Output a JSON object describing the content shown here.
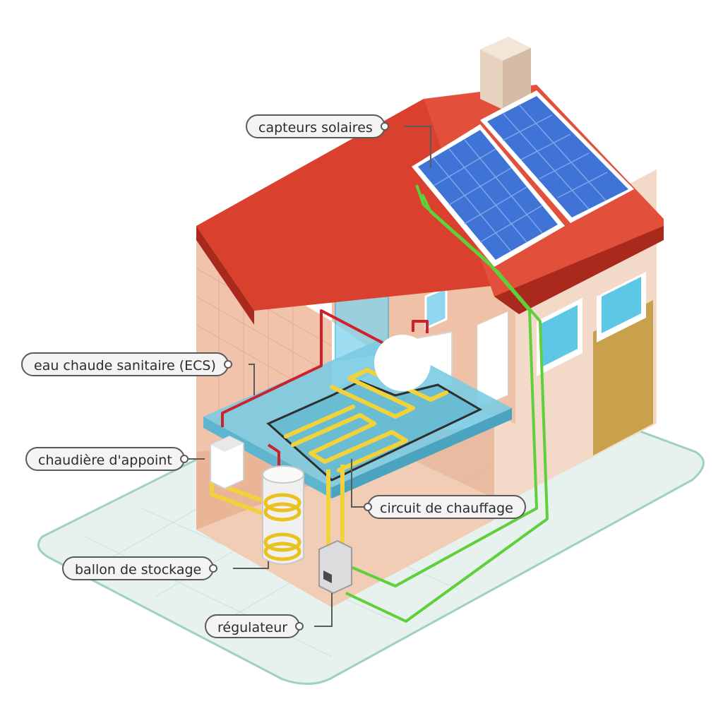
{
  "labels": {
    "solar_collectors": "capteurs solaires",
    "domestic_hot_water": "eau chaude sanitaire (ECS)",
    "backup_boiler": "chaudière d'appoint",
    "heating_circuit": "circuit de chauffage",
    "storage_tank": "ballon de stockage",
    "regulator": "régulateur"
  },
  "colors": {
    "roof": "#d9412e",
    "solar_panel": "#3f73d6",
    "wall": "#f0c1a8",
    "floor_water": "#6fc3dd",
    "solar_loop": "#5fcf3c",
    "hot_water_pipe": "#d0202a",
    "heating_pipe": "#f2d23a",
    "ground": "#e6f1ee"
  }
}
